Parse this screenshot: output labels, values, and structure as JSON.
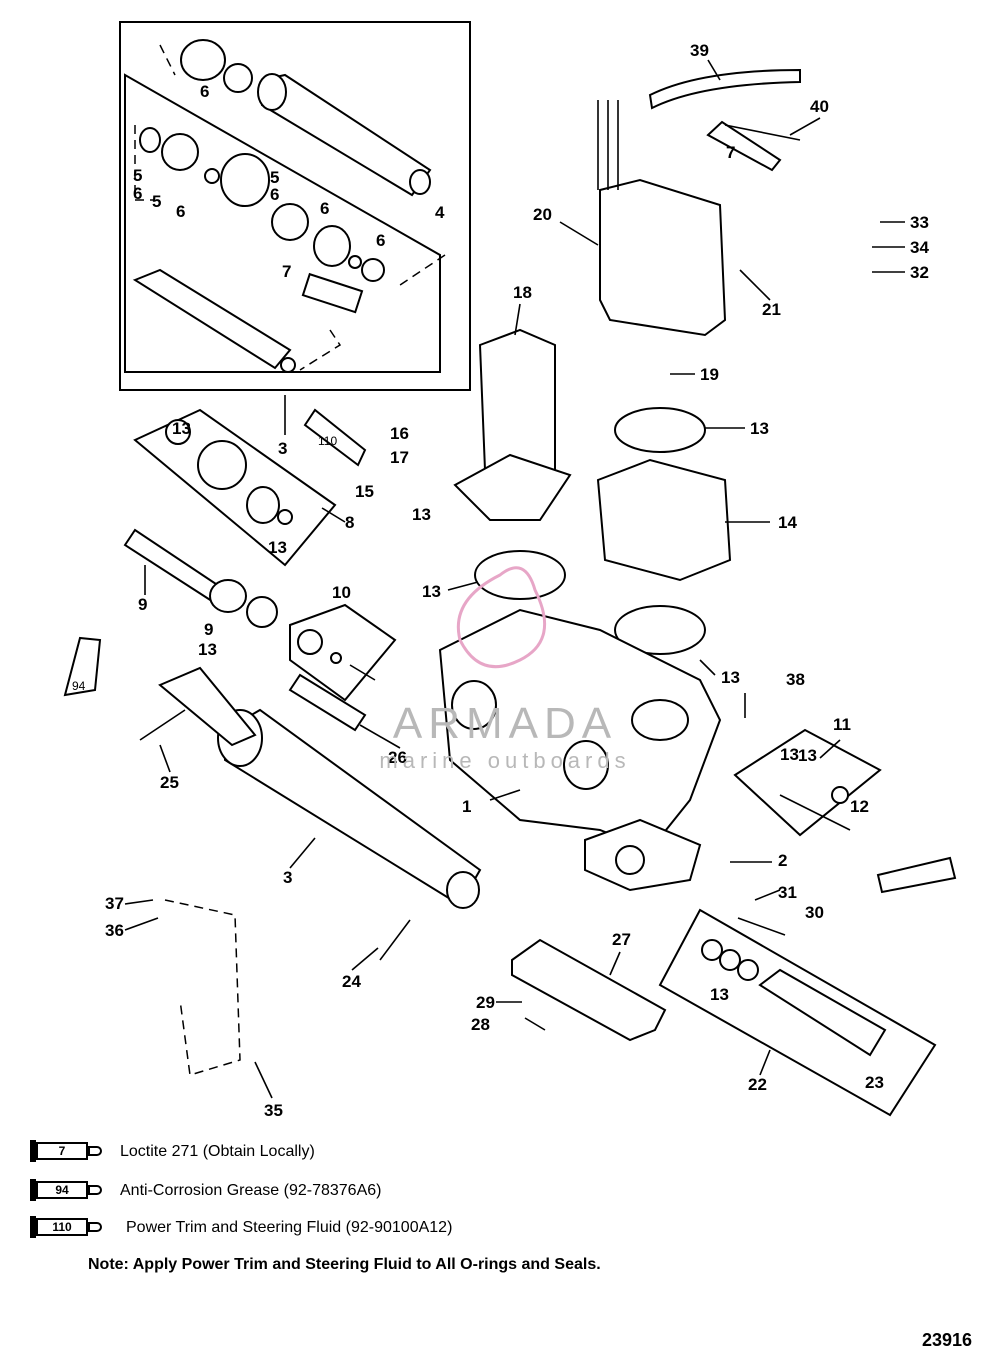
{
  "callouts": [
    "39",
    "40",
    "7",
    "33",
    "34",
    "32",
    "20",
    "21",
    "18",
    "19",
    "13",
    "16",
    "17",
    "110",
    "15",
    "13",
    "14",
    "13",
    "8",
    "13",
    "9",
    "9",
    "13",
    "13",
    "10",
    "13",
    "38",
    "94",
    "11",
    "13",
    "12",
    "26",
    "25",
    "1",
    "2",
    "3",
    "31",
    "30",
    "37",
    "36",
    "24",
    "27",
    "29",
    "28",
    "13",
    "22",
    "23",
    "35",
    "6",
    "5",
    "6",
    "5",
    "6",
    "5",
    "6",
    "6",
    "6",
    "7",
    "4",
    "3",
    "13"
  ],
  "legend": [
    {
      "tube": "7",
      "text": "Loctite 271 (Obtain Locally)"
    },
    {
      "tube": "94",
      "text": "Anti-Corrosion Grease (92-78376A6)"
    },
    {
      "tube": "110",
      "text": "Power Trim  and Steering Fluid (92-90100A12)"
    }
  ],
  "note": "Note: Apply Power Trim and Steering Fluid to All O-rings and Seals.",
  "figure_number": "23916",
  "watermark": {
    "main": "ARMADA",
    "sub": "marine outboards"
  }
}
